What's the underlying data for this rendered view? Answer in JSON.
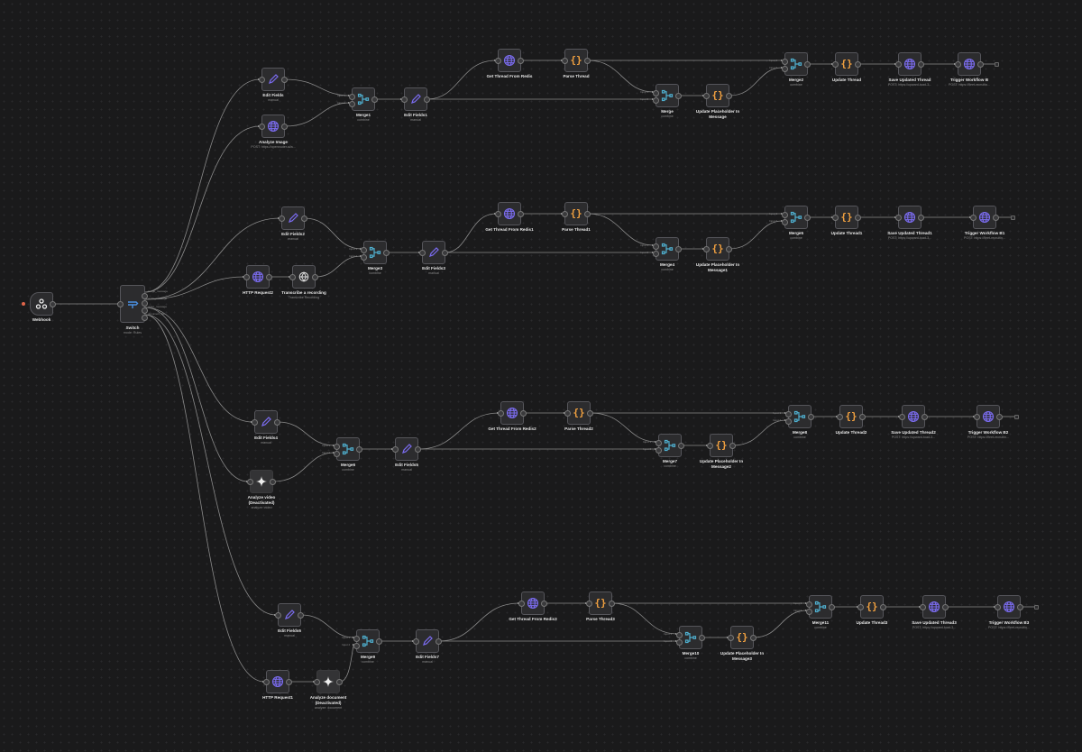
{
  "canvas": {
    "background": "#1a1a1b",
    "accent_trigger": "#e0654a",
    "icon_colors": {
      "globe": "#7b6cf0",
      "pencil": "#7b6cf0",
      "merge": "#4fb0d0",
      "braces": "#f0a040",
      "switch": "#4a8fe0"
    }
  },
  "trigger": {
    "name": "Webhook"
  },
  "switch": {
    "name": "Switch",
    "subtitle": "mode: Rules",
    "outputs": [
      "image_message",
      "audio_message",
      "video_message",
      "document_file"
    ]
  },
  "branches": [
    {
      "inputs": [
        {
          "name": "Edit Fields",
          "subtitle": "manual",
          "icon": "pencil-icon"
        },
        {
          "name": "Analyze Image",
          "subtitle": "POST: https://openrouter.ai/a...",
          "icon": "globe-icon"
        }
      ],
      "merge_in": {
        "name": "Merge1",
        "subtitle": "combine"
      },
      "edit": {
        "name": "Edit Fields1",
        "subtitle": "manual"
      },
      "get_thread": {
        "name": "Get Thread From Redis"
      },
      "parse_thread": {
        "name": "Parse Thread"
      },
      "merge_mid": {
        "name": "Merge",
        "subtitle": "combine"
      },
      "update_placeholder": {
        "name": "Update Placeholder In Message"
      },
      "merge_out": {
        "name": "Merge2",
        "subtitle": "combine"
      },
      "update_thread": {
        "name": "Update Thread"
      },
      "save_thread": {
        "name": "Save Updated Thread",
        "subtitle": "POST: https://upward-toad-3..."
      },
      "trigger_wf": {
        "name": "Trigger Workflow B",
        "subtitle": "POST: https://fleet-recruitin..."
      }
    },
    {
      "inputs": [
        {
          "name": "Edit Fields2",
          "subtitle": "manual",
          "icon": "pencil-icon"
        },
        {
          "name": "HTTP Request2",
          "subtitle": "",
          "icon": "globe-icon"
        },
        {
          "name": "Transcribe a recording",
          "subtitle": "Transcribe Recording",
          "icon": "openai-icon"
        }
      ],
      "merge_in": {
        "name": "Merge3",
        "subtitle": "combine"
      },
      "edit": {
        "name": "Edit Fields3",
        "subtitle": "manual"
      },
      "get_thread": {
        "name": "Get Thread From Redis1"
      },
      "parse_thread": {
        "name": "Parse Thread1"
      },
      "merge_mid": {
        "name": "Merge4",
        "subtitle": "combine"
      },
      "update_placeholder": {
        "name": "Update Placeholder In Message1"
      },
      "merge_out": {
        "name": "Merge5",
        "subtitle": "combine"
      },
      "update_thread": {
        "name": "Update Thread1"
      },
      "save_thread": {
        "name": "Save Updated Thread1",
        "subtitle": "POST: https://upward-toad-3..."
      },
      "trigger_wf": {
        "name": "Trigger Workflow B1",
        "subtitle": "POST: https://fleet-recruitin..."
      }
    },
    {
      "inputs": [
        {
          "name": "Edit Fields4",
          "subtitle": "manual",
          "icon": "pencil-icon"
        },
        {
          "name": "Analyze video (Deactivated)",
          "subtitle": "analyze: video",
          "icon": "gemini-icon"
        }
      ],
      "merge_in": {
        "name": "Merge6",
        "subtitle": "combine"
      },
      "edit": {
        "name": "Edit Fields5",
        "subtitle": "manual"
      },
      "get_thread": {
        "name": "Get Thread From Redis2"
      },
      "parse_thread": {
        "name": "Parse Thread2"
      },
      "merge_mid": {
        "name": "Merge7",
        "subtitle": "combine"
      },
      "update_placeholder": {
        "name": "Update Placeholder In Message2"
      },
      "merge_out": {
        "name": "Merge8",
        "subtitle": "combine"
      },
      "update_thread": {
        "name": "Update Thread2"
      },
      "save_thread": {
        "name": "Save Updated Thread2",
        "subtitle": "POST: https://upward-toad-3..."
      },
      "trigger_wf": {
        "name": "Trigger Workflow B2",
        "subtitle": "POST: https://fleet-recruitin..."
      }
    },
    {
      "inputs": [
        {
          "name": "Edit Fields6",
          "subtitle": "manual",
          "icon": "pencil-icon"
        },
        {
          "name": "HTTP Request1",
          "subtitle": "",
          "icon": "globe-icon"
        },
        {
          "name": "Analyze document (Deactivated)",
          "subtitle": "analyze: document",
          "icon": "gemini-icon"
        }
      ],
      "merge_in": {
        "name": "Merge9",
        "subtitle": "combine"
      },
      "edit": {
        "name": "Edit Fields7",
        "subtitle": "manual"
      },
      "get_thread": {
        "name": "Get Thread From Redis3"
      },
      "parse_thread": {
        "name": "Parse Thread3"
      },
      "merge_mid": {
        "name": "Merge10",
        "subtitle": "combine"
      },
      "update_placeholder": {
        "name": "Update Placeholder In Message3"
      },
      "merge_out": {
        "name": "Merge11",
        "subtitle": "combine"
      },
      "update_thread": {
        "name": "Update Thread3"
      },
      "save_thread": {
        "name": "Save Updated Thread3",
        "subtitle": "POST: https://upward-toad-3..."
      },
      "trigger_wf": {
        "name": "Trigger Workflow B3",
        "subtitle": "POST: https://fleet-recruitin..."
      }
    }
  ],
  "port_labels": {
    "input1": "Input 1",
    "input2": "Input 2"
  }
}
